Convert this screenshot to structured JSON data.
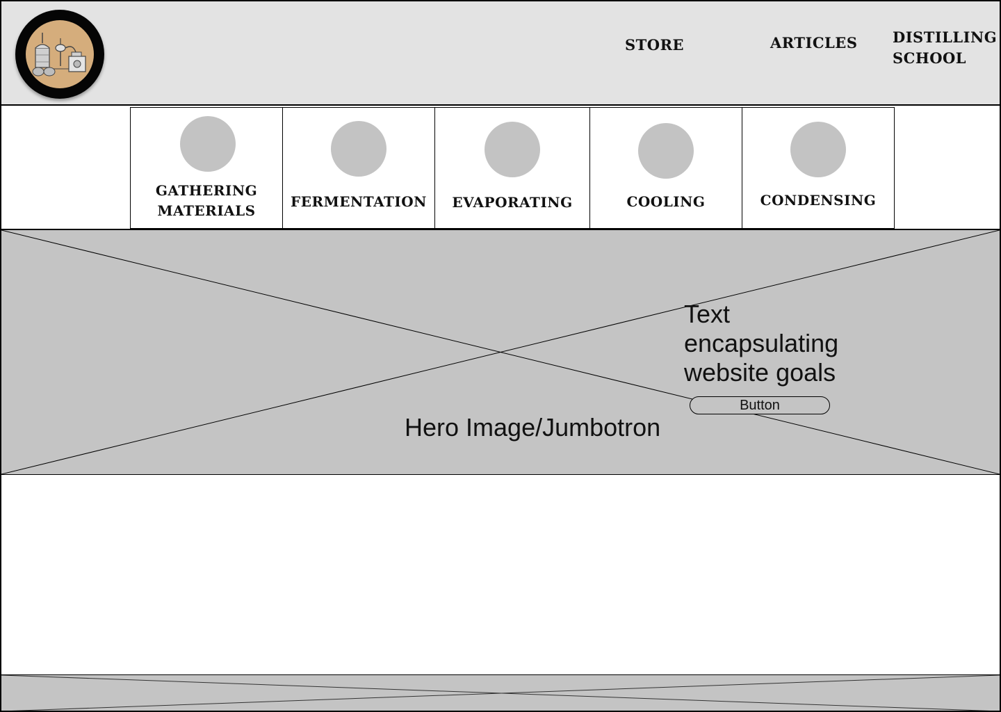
{
  "header": {
    "logo_icon": "distillery-still-logo-icon",
    "nav": {
      "store": "STORE",
      "articles": "ARTICLES",
      "school_line1": "DISTILLING",
      "school_line2": "SCHOOL"
    }
  },
  "stages": [
    {
      "line1": "GATHERING",
      "line2": "MATERIALS",
      "icon": "placeholder-circle-icon"
    },
    {
      "line1": "FERMENTATION",
      "icon": "placeholder-circle-icon"
    },
    {
      "line1": "EVAPORATING",
      "icon": "placeholder-circle-icon"
    },
    {
      "line1": "COOLING",
      "icon": "placeholder-circle-icon"
    },
    {
      "line1": "CONDENSING",
      "icon": "placeholder-circle-icon"
    }
  ],
  "hero": {
    "title": "Hero Image/Jumbotron",
    "text": "Text encapsulating website goals",
    "button_label": "Button"
  },
  "colors": {
    "header_bg": "#e3e3e3",
    "placeholder_gray": "#c4c4c4",
    "logo_ring": "#050505",
    "logo_fill": "#d5ad7c"
  }
}
